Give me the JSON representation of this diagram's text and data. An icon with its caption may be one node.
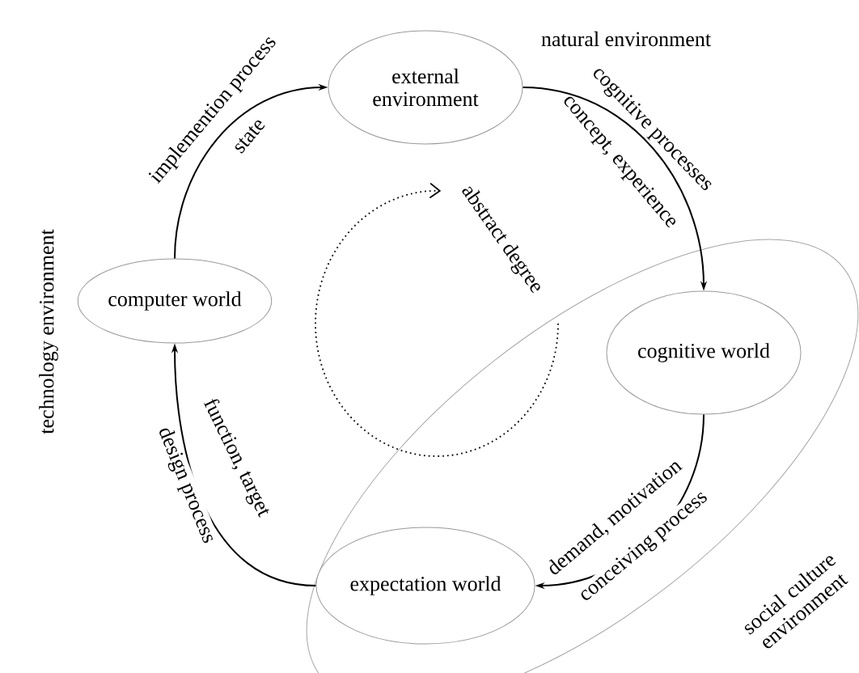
{
  "diagram": {
    "nodes": [
      {
        "text": [
          "external environment"
        ]
      },
      {
        "text": [
          "computer world"
        ]
      },
      {
        "text": [
          "cognitive world"
        ]
      },
      {
        "text": [
          "expectation world"
        ]
      }
    ],
    "edges": [
      {
        "from": 1,
        "to": 0,
        "arrow": "to",
        "label": "implemention process"
      },
      {
        "from": 0,
        "to": 2,
        "arrow": "to",
        "label": "cognitive processes"
      },
      {
        "from": 2,
        "to": 3,
        "arrow": "to",
        "label": "conceiving process"
      },
      {
        "from": 3,
        "to": 1,
        "arrow": "to",
        "label": "design process"
      }
    ],
    "labels": [
      "natural environment",
      "state",
      "concept, experience",
      "abstract degree",
      "technology environment",
      "function, target",
      "demand, motivation",
      "social culture environment"
    ]
  }
}
